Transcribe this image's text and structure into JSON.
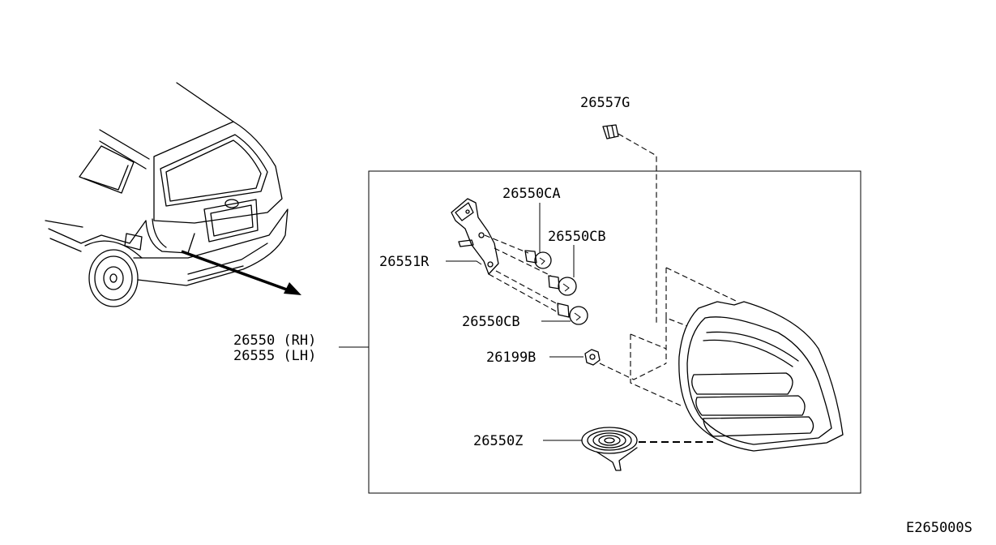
{
  "diagram_code": "E265000S",
  "parts": {
    "clip": "26557G",
    "bulb_ca": "26550CA",
    "bulb_cb_upper": "26550CB",
    "socket_bracket": "26551R",
    "bulb_cb_lower": "26550CB",
    "nut": "26199B",
    "seal": "26550Z",
    "lamp_rh": "26550 (RH)",
    "lamp_lh": "26555 (LH)"
  }
}
